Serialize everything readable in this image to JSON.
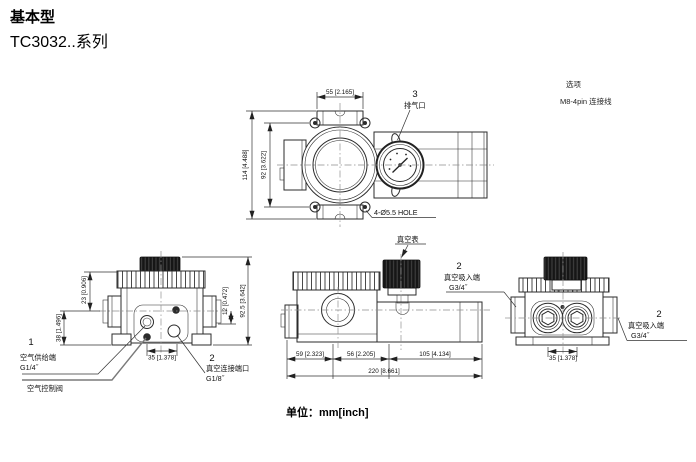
{
  "header": {
    "title": "基本型",
    "series": "TC3032..系列"
  },
  "options": {
    "title": "选项",
    "item": "M8-4pin 连接线"
  },
  "unit_note": "单位：mm[inch]",
  "top_view": {
    "dim_55": "55 [2.165]",
    "dim_114": "114 [4.488]",
    "dim_92": "92 [3.622]",
    "hole_note": "4-Ø5.5 HOLE",
    "exhaust_num": "3",
    "exhaust_label": "排气口"
  },
  "front_view": {
    "dim_23": "23 [0.906]",
    "dim_38": "38 [1.496]",
    "dim_12": "12 [0.472]",
    "dim_92_5": "92.5 [3.642]",
    "dim_35": "35 [1.378]",
    "air_supply_num": "1",
    "air_supply_label": "空气供给端",
    "air_supply_thread": "G1/4˝",
    "valve_label": "空气控制阀",
    "vac_port_num": "2",
    "vac_port_label": "真空连接端口",
    "vac_port_thread": "G1/8˝"
  },
  "side_view": {
    "gauge_label": "真空表",
    "dim_59": "59 [2.323]",
    "dim_56": "56 [2.205]",
    "dim_105": "105 [4.134]",
    "dim_220": "220 [8.661]",
    "suction_num": "2",
    "suction_label": "真空吸入端",
    "suction_thread": "G3/4˝"
  },
  "end_view": {
    "dim_35": "35 [1.378]",
    "suction_num": "2",
    "suction_label": "真空吸入端",
    "suction_thread": "G3/4˝"
  }
}
